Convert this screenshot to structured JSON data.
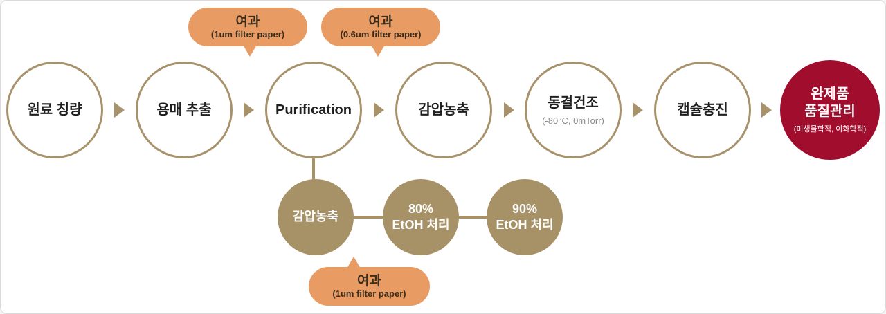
{
  "flow": {
    "steps": [
      {
        "label": "원료 칭량"
      },
      {
        "label": "용매 추출"
      },
      {
        "label": "Purification"
      },
      {
        "label": "감압농축"
      },
      {
        "label": "동결건조",
        "sub": "(-80°C, 0mTorr)"
      },
      {
        "label": "캡슐충진"
      },
      {
        "label": "완제품\n품질관리",
        "sub": "(미생물학적, 이화학적)"
      }
    ]
  },
  "sub_flow": {
    "steps": [
      {
        "label": "감압농축"
      },
      {
        "label": "80%\nEtOH 처리"
      },
      {
        "label": "90%\nEtOH 처리"
      }
    ]
  },
  "badges": [
    {
      "title": "여과",
      "sub": "(1um filter paper)"
    },
    {
      "title": "여과",
      "sub": "(0.6um filter paper)"
    },
    {
      "title": "여과",
      "sub": "(1um filter paper)"
    }
  ],
  "colors": {
    "circle_border": "#a8926b",
    "arrow": "#a8926b",
    "badge_bg": "#e89b63",
    "badge_text": "#3c2d1b",
    "sub_circle_bg": "#a79166",
    "final_circle_bg": "#a00d2d",
    "final_text": "#ffffff"
  }
}
